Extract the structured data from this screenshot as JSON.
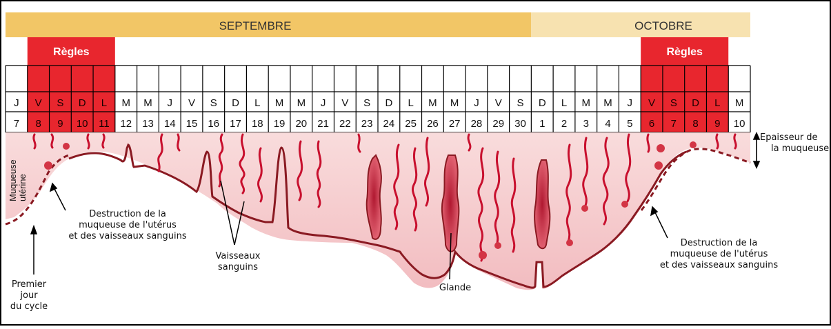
{
  "months": [
    {
      "name": "SEPTEMBRE",
      "color": "#f2c666"
    },
    {
      "name": "OCTOBRE",
      "color": "#f7e2b0"
    }
  ],
  "regles_label": "Règles",
  "days": [
    {
      "w": "J",
      "d": "7",
      "r": false
    },
    {
      "w": "V",
      "d": "8",
      "r": true
    },
    {
      "w": "S",
      "d": "9",
      "r": true
    },
    {
      "w": "D",
      "d": "10",
      "r": true
    },
    {
      "w": "L",
      "d": "11",
      "r": true
    },
    {
      "w": "M",
      "d": "12",
      "r": false
    },
    {
      "w": "M",
      "d": "13",
      "r": false
    },
    {
      "w": "J",
      "d": "14",
      "r": false
    },
    {
      "w": "V",
      "d": "15",
      "r": false
    },
    {
      "w": "S",
      "d": "16",
      "r": false
    },
    {
      "w": "D",
      "d": "17",
      "r": false
    },
    {
      "w": "L",
      "d": "18",
      "r": false
    },
    {
      "w": "M",
      "d": "19",
      "r": false
    },
    {
      "w": "M",
      "d": "20",
      "r": false
    },
    {
      "w": "J",
      "d": "21",
      "r": false
    },
    {
      "w": "V",
      "d": "22",
      "r": false
    },
    {
      "w": "S",
      "d": "23",
      "r": false
    },
    {
      "w": "D",
      "d": "24",
      "r": false
    },
    {
      "w": "L",
      "d": "25",
      "r": false
    },
    {
      "w": "M",
      "d": "26",
      "r": false
    },
    {
      "w": "M",
      "d": "27",
      "r": false
    },
    {
      "w": "J",
      "d": "28",
      "r": false
    },
    {
      "w": "V",
      "d": "29",
      "r": false
    },
    {
      "w": "S",
      "d": "30",
      "r": false
    },
    {
      "w": "D",
      "d": "1",
      "r": false
    },
    {
      "w": "L",
      "d": "2",
      "r": false
    },
    {
      "w": "M",
      "d": "3",
      "r": false
    },
    {
      "w": "M",
      "d": "4",
      "r": false
    },
    {
      "w": "J",
      "d": "5",
      "r": false
    },
    {
      "w": "V",
      "d": "6",
      "r": true
    },
    {
      "w": "S",
      "d": "7",
      "r": true
    },
    {
      "w": "D",
      "d": "8",
      "r": true
    },
    {
      "w": "L",
      "d": "9",
      "r": true
    },
    {
      "w": "M",
      "d": "10",
      "r": false
    }
  ],
  "labels": {
    "muqueuse": "Muqueuse",
    "uterine": "utérine",
    "epaisseur_1": "Epaisseur de",
    "epaisseur_2": "la muqueuse",
    "destruction_left_1": "Destruction de la",
    "destruction_left_2": "muqueuse de l'utérus",
    "destruction_left_3": "et des vaisseaux sanguins",
    "vaisseaux_1": "Vaisseaux",
    "vaisseaux_2": "sanguins",
    "glande": "Glande",
    "destruction_right_1": "Destruction de la",
    "destruction_right_2": "muqueuse de l'utérus",
    "destruction_right_3": "et des vaisseaux sanguins",
    "premier_1": "Premier",
    "premier_2": "jour",
    "premier_3": "du cycle"
  },
  "colors": {
    "tissue": "#f4c6c8",
    "tissue_light": "#fae0e0",
    "vessel": "#c8102e",
    "outline": "#8a1a22",
    "regles": "#e8262e",
    "regles_dark": "#d41f26"
  }
}
